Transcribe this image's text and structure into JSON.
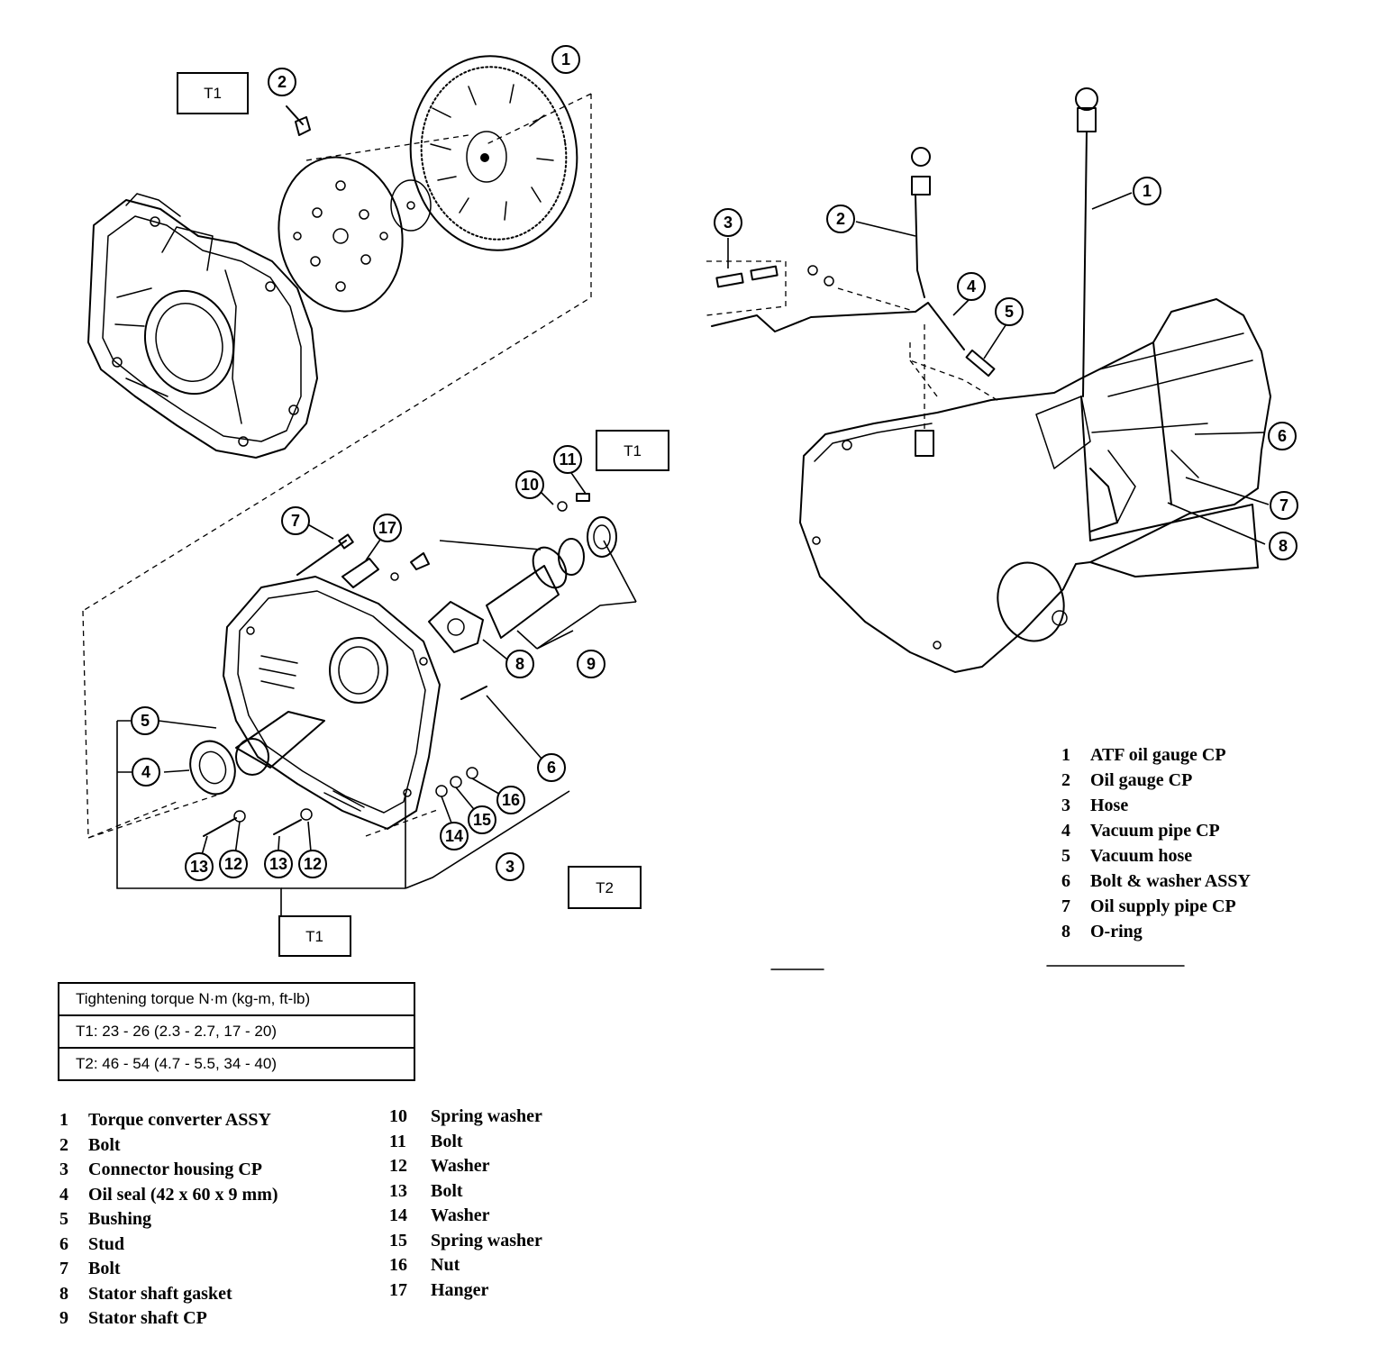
{
  "callouts": {
    "left": [
      {
        "no": "1",
        "item": "Torque converter ASSY"
      },
      {
        "no": "2",
        "item": "Bolt"
      },
      {
        "no": "3",
        "item": "Connector housing CP"
      },
      {
        "no": "4",
        "item": "Oil seal"
      },
      {
        "no": "5",
        "item": "Bushing"
      },
      {
        "no": "6",
        "item": "Stud"
      },
      {
        "no": "7",
        "item": "Bolt"
      },
      {
        "no": "8",
        "item": "Stator shaft gasket"
      },
      {
        "no": "9",
        "item": "Stator shaft CP"
      },
      {
        "no": "10",
        "item": "Spring washer"
      },
      {
        "no": "11",
        "item": "Bolt"
      },
      {
        "no": "12",
        "item": "Washer"
      },
      {
        "no": "12",
        "item": "Washer"
      },
      {
        "no": "13",
        "item": "Bolt"
      },
      {
        "no": "13",
        "item": "Bolt"
      },
      {
        "no": "14",
        "item": "Washer"
      },
      {
        "no": "15",
        "item": "Spring washer"
      },
      {
        "no": "16",
        "item": "Nut"
      },
      {
        "no": "17",
        "item": "Hanger"
      }
    ],
    "right": [
      "1",
      "2",
      "3",
      "4",
      "5",
      "6",
      "7",
      "8"
    ]
  },
  "torque_tags": {
    "t1_top": "T1",
    "t1_small": "T1",
    "t1_bottom": "T1",
    "t2": "T2"
  },
  "torque_table": {
    "header": "Tightening torque  N·m (kg-m, ft-lb)",
    "rows": [
      "T1:   23 - 26 (2.3 - 2.7, 17 - 20)",
      "T2:   46 - 54 (4.7 - 5.5, 34 - 40)"
    ]
  },
  "legend_left_a": [
    {
      "no": "1",
      "label": "Torque converter ASSY"
    },
    {
      "no": "2",
      "label": "Bolt"
    },
    {
      "no": "3",
      "label": "Connector housing CP"
    },
    {
      "no": "4",
      "label": "Oil seal (42 x 60 x 9 mm)"
    },
    {
      "no": "5",
      "label": "Bushing"
    },
    {
      "no": "6",
      "label": "Stud"
    },
    {
      "no": "7",
      "label": "Bolt"
    },
    {
      "no": "8",
      "label": "Stator shaft gasket"
    },
    {
      "no": "9",
      "label": "Stator shaft CP"
    }
  ],
  "legend_left_b": [
    {
      "no": "10",
      "label": "Spring washer"
    },
    {
      "no": "11",
      "label": "Bolt"
    },
    {
      "no": "12",
      "label": "Washer"
    },
    {
      "no": "13",
      "label": "Bolt"
    },
    {
      "no": "14",
      "label": "Washer"
    },
    {
      "no": "15",
      "label": "Spring washer"
    },
    {
      "no": "16",
      "label": "Nut"
    },
    {
      "no": "17",
      "label": "Hanger"
    }
  ],
  "legend_right": [
    {
      "no": "1",
      "label": "ATF oil gauge CP"
    },
    {
      "no": "2",
      "label": "Oil gauge CP"
    },
    {
      "no": "3",
      "label": "Hose"
    },
    {
      "no": "4",
      "label": "Vacuum pipe CP"
    },
    {
      "no": "5",
      "label": "Vacuum hose"
    },
    {
      "no": "6",
      "label": "Bolt & washer ASSY"
    },
    {
      "no": "7",
      "label": "Oil supply pipe CP"
    },
    {
      "no": "8",
      "label": "O-ring"
    }
  ]
}
